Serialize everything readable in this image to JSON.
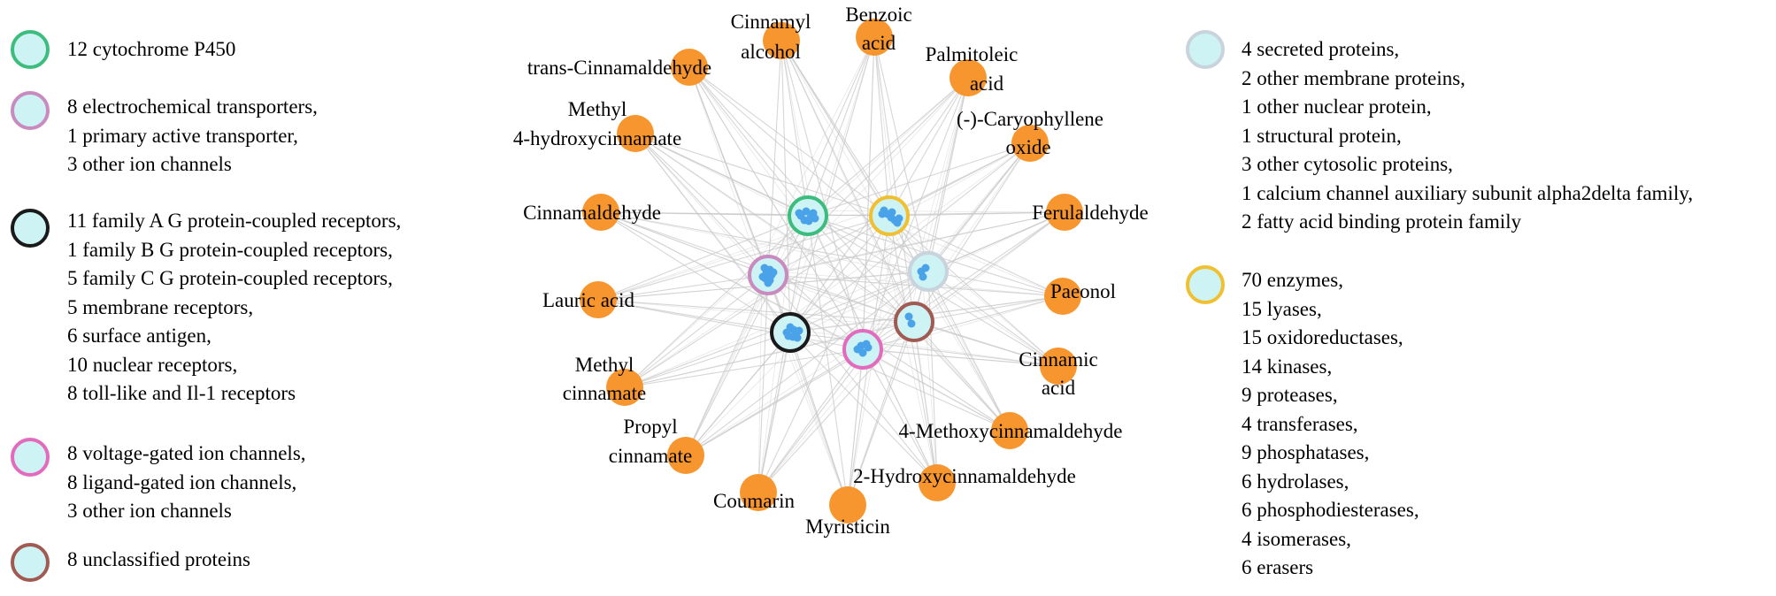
{
  "colors": {
    "compound_fill": "#f7962e",
    "target_fill": "#cdf3f4",
    "dot": "#4aa3e8",
    "edge": "#c8c8c8",
    "green": "#3dbd7d",
    "mauve": "#c98bbf",
    "black": "#1a1a1a",
    "pink": "#e36bbd",
    "brown": "#a05a52",
    "gray": "#c9d3dc",
    "yellow": "#f0c030"
  },
  "legend_left": [
    {
      "id": "cyp",
      "color": "green",
      "lines": [
        "12 cytochrome P450"
      ]
    },
    {
      "id": "transport",
      "color": "mauve",
      "lines": [
        "8 electrochemical transporters,",
        "1 primary active transporter,",
        "3 other ion channels"
      ]
    },
    {
      "id": "receptors",
      "color": "black",
      "lines": [
        "11 family A G protein-coupled receptors,",
        "1 family B G protein-coupled receptors,",
        "5 family C G protein-coupled receptors,",
        "5 membrane receptors,",
        "6 surface antigen,",
        "10 nuclear receptors,",
        "8 toll-like and Il-1 receptors"
      ]
    },
    {
      "id": "ion",
      "color": "pink",
      "lines": [
        "8 voltage-gated ion channels,",
        "8 ligand-gated ion channels,",
        "3 other ion channels"
      ]
    },
    {
      "id": "unclassified",
      "color": "brown",
      "lines": [
        "8 unclassified proteins"
      ]
    }
  ],
  "legend_right": [
    {
      "id": "other",
      "color": "gray",
      "lines": [
        "4 secreted proteins,",
        "2 other membrane proteins,",
        "1 other nuclear protein,",
        "1 structural protein,",
        "3 other cytosolic proteins,",
        "1 calcium channel auxiliary subunit alpha2delta family,",
        "2 fatty acid binding protein family"
      ]
    },
    {
      "id": "enzymes",
      "color": "yellow",
      "lines": [
        "70 enzymes,",
        "15 lyases,",
        "15 oxidoreductases,",
        "14 kinases,",
        "9 proteases,",
        "4 transferases,",
        "9 phosphatases,",
        "6 hydrolases,",
        "6 phosphodiesterases,",
        "4 isomerases,",
        "6 erasers"
      ]
    }
  ],
  "compounds": [
    {
      "id": "trans-cinnamaldehyde",
      "lines": [
        "trans-Cinnamaldehyde"
      ]
    },
    {
      "id": "cinnamyl-alcohol",
      "lines": [
        "Cinnamyl",
        "alcohol"
      ]
    },
    {
      "id": "benzoic-acid",
      "lines": [
        "Benzoic",
        "acid"
      ]
    },
    {
      "id": "palmitoleic-acid",
      "lines": [
        "Palmitoleic",
        "acid"
      ]
    },
    {
      "id": "caryophyllene-oxide",
      "lines": [
        "(-)-Caryophyllene",
        "oxide"
      ]
    },
    {
      "id": "methyl-4-hydroxycinnamate",
      "lines": [
        "Methyl",
        "4-hydroxycinnamate"
      ]
    },
    {
      "id": "cinnamaldehyde",
      "lines": [
        "Cinnamaldehyde"
      ]
    },
    {
      "id": "ferulaldehyde",
      "lines": [
        "Ferulaldehyde"
      ]
    },
    {
      "id": "lauric-acid",
      "lines": [
        "Lauric acid"
      ]
    },
    {
      "id": "paeonol",
      "lines": [
        "Paeonol"
      ]
    },
    {
      "id": "methyl-cinnamate",
      "lines": [
        "Methyl",
        "cinnamate"
      ]
    },
    {
      "id": "cinnamic-acid",
      "lines": [
        "Cinnamic",
        "acid"
      ]
    },
    {
      "id": "propyl-cinnamate",
      "lines": [
        "Propyl",
        "cinnamate"
      ]
    },
    {
      "id": "4-methoxycinnamaldehyde",
      "lines": [
        "4-Methoxycinnamaldehyde"
      ]
    },
    {
      "id": "coumarin",
      "lines": [
        "Coumarin"
      ]
    },
    {
      "id": "2-hydroxycinnamaldehyde",
      "lines": [
        "2-Hydroxycinnamaldehyde"
      ]
    },
    {
      "id": "myristicin",
      "lines": [
        "Myristicin"
      ]
    }
  ],
  "targets": [
    {
      "id": "cyp",
      "color": "green"
    },
    {
      "id": "enzymes",
      "color": "yellow"
    },
    {
      "id": "transport",
      "color": "mauve"
    },
    {
      "id": "other",
      "color": "gray"
    },
    {
      "id": "receptors",
      "color": "black"
    },
    {
      "id": "unclassified",
      "color": "brown"
    },
    {
      "id": "ion",
      "color": "pink"
    }
  ]
}
